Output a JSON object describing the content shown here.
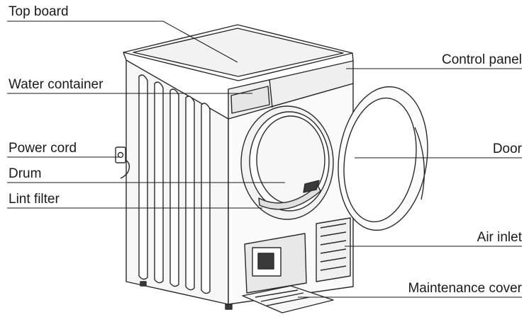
{
  "labels": {
    "top_board": "Top  board",
    "water_container": "Water container",
    "power_cord": "Power cord",
    "drum": "Drum",
    "lint_filter": "Lint filter",
    "control_panel": "Control panel",
    "door": "Door",
    "air_inlet": "Air inlet",
    "maintenance_cover": "Maintenance cover"
  },
  "colors": {
    "line": "#1a1a1a",
    "appliance_stroke": "#2a2a2a",
    "body_fill": "#f4f4f4",
    "shade_fill": "#e2e2e2",
    "dark_fill": "#3a3a3a"
  }
}
